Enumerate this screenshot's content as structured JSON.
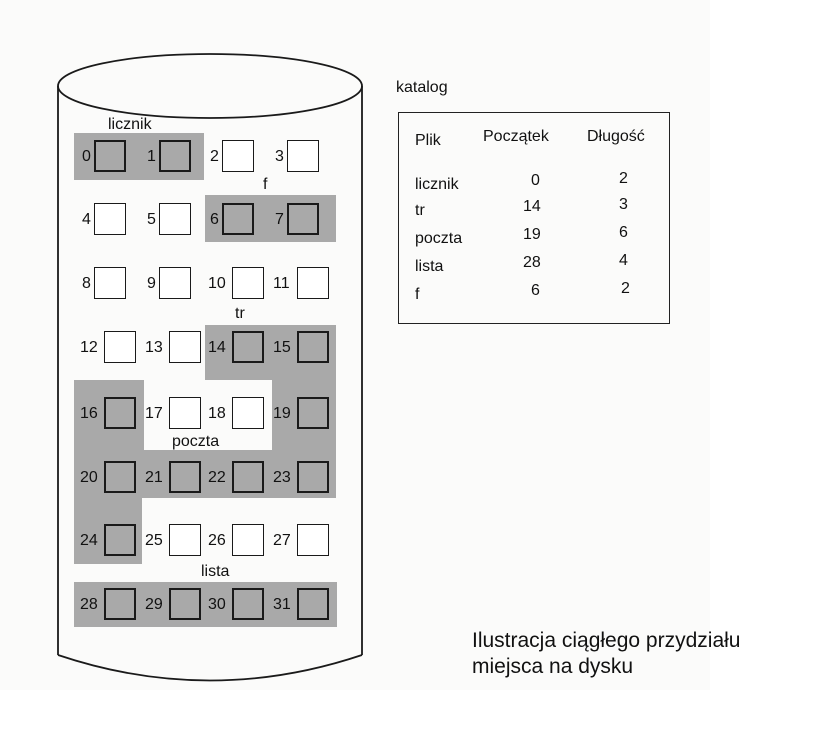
{
  "colors": {
    "allocated": "#a9a9a9",
    "outline": "#1a1a1a"
  },
  "disk": {
    "file_labels": {
      "licznik": "licznik",
      "f": "f",
      "tr": "tr",
      "poczta": "poczta",
      "lista": "lista"
    },
    "blocks": [
      {
        "n": "0",
        "allocated": true
      },
      {
        "n": "1",
        "allocated": true
      },
      {
        "n": "2",
        "allocated": false
      },
      {
        "n": "3",
        "allocated": false
      },
      {
        "n": "4",
        "allocated": false
      },
      {
        "n": "5",
        "allocated": false
      },
      {
        "n": "6",
        "allocated": true
      },
      {
        "n": "7",
        "allocated": true
      },
      {
        "n": "8",
        "allocated": false
      },
      {
        "n": "9",
        "allocated": false
      },
      {
        "n": "10",
        "allocated": false
      },
      {
        "n": "11",
        "allocated": false
      },
      {
        "n": "12",
        "allocated": false
      },
      {
        "n": "13",
        "allocated": false
      },
      {
        "n": "14",
        "allocated": true
      },
      {
        "n": "15",
        "allocated": true
      },
      {
        "n": "16",
        "allocated": true
      },
      {
        "n": "17",
        "allocated": false
      },
      {
        "n": "18",
        "allocated": false
      },
      {
        "n": "19",
        "allocated": true
      },
      {
        "n": "20",
        "allocated": true
      },
      {
        "n": "21",
        "allocated": true
      },
      {
        "n": "22",
        "allocated": true
      },
      {
        "n": "23",
        "allocated": true
      },
      {
        "n": "24",
        "allocated": true
      },
      {
        "n": "25",
        "allocated": false
      },
      {
        "n": "26",
        "allocated": false
      },
      {
        "n": "27",
        "allocated": false
      },
      {
        "n": "28",
        "allocated": true
      },
      {
        "n": "29",
        "allocated": true
      },
      {
        "n": "30",
        "allocated": true
      },
      {
        "n": "31",
        "allocated": true
      }
    ]
  },
  "catalog": {
    "title": "katalog",
    "headers": [
      "Plik",
      "Początek",
      "Długość"
    ],
    "rows": [
      [
        "licznik",
        "0",
        "2"
      ],
      [
        "tr",
        "14",
        "3"
      ],
      [
        "poczta",
        "19",
        "6"
      ],
      [
        "lista",
        "28",
        "4"
      ],
      [
        "f",
        "6",
        "2"
      ]
    ]
  },
  "caption": {
    "line1": "Ilustracja ciągłego przydziału",
    "line2": "miejsca na dysku"
  }
}
